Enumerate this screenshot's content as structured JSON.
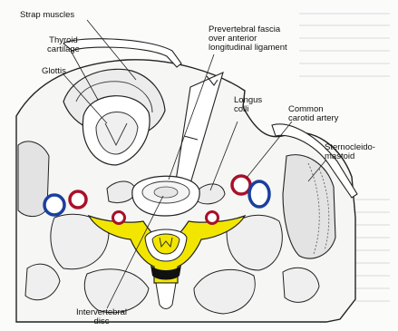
{
  "figure": {
    "labels": {
      "strap_muscles": "Strap muscles",
      "thyroid_cartilage_1": "Thyroid",
      "thyroid_cartilage_2": "cartilage",
      "glottis": "Glottis",
      "prevertebral_fascia_1": "Prevertebral fascia",
      "prevertebral_fascia_2": "over anterior",
      "prevertebral_fascia_3": "longitudinal ligament",
      "longus_colli_1": "Longus",
      "longus_colli_2": "colli",
      "common_carotid_1": "Common",
      "common_carotid_2": "carotid artery",
      "sternocleidomastoid_1": "Sternocleido-",
      "sternocleidomastoid_2": "mastoid",
      "intervertebral_disc_1": "Intervertebral",
      "intervertebral_disc_2": "disc"
    },
    "colors": {
      "vertebra_fill": "#f2e600",
      "artery_red": "#a8102a",
      "vein_blue": "#1a3f9e",
      "line": "#222222",
      "muscle_fill": "#e6e6e6"
    }
  }
}
